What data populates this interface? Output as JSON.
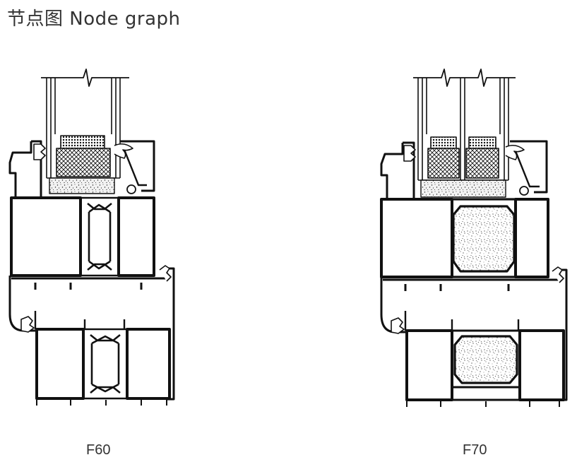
{
  "page": {
    "title": "节点图  Node graph"
  },
  "diagrams": [
    {
      "id": "f60",
      "label": "F60",
      "glazing_panes": 2
    },
    {
      "id": "f70",
      "label": "F70",
      "glazing_panes": 3
    }
  ],
  "colors": {
    "line": "#111111",
    "text": "#333333",
    "background": "#ffffff"
  }
}
